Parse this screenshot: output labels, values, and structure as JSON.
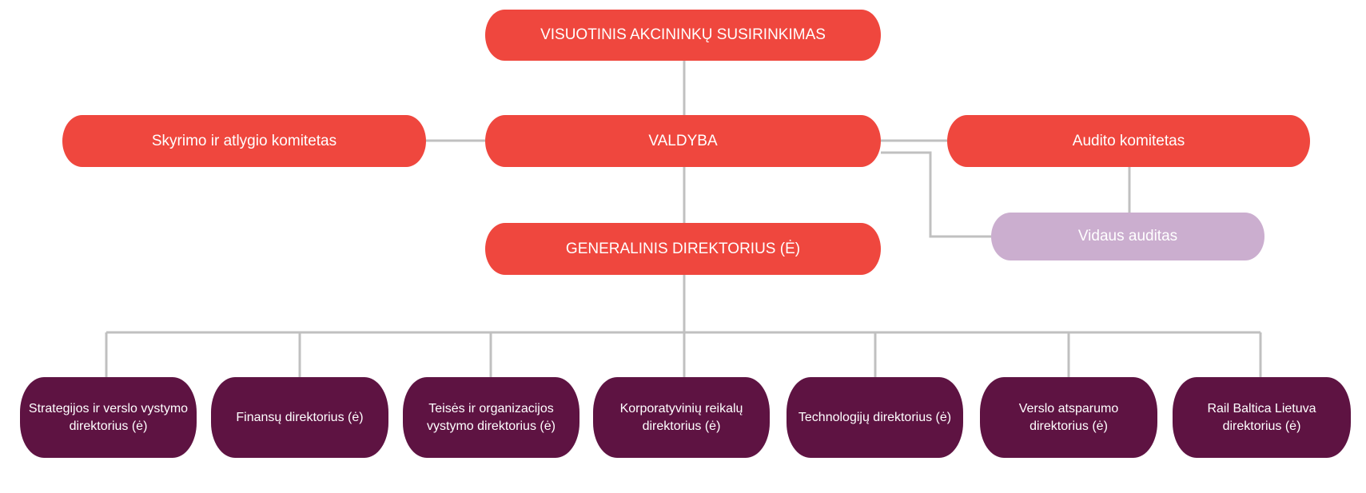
{
  "colors": {
    "primary": "#ef473e",
    "director": "#5e1342",
    "audit": "#cbaecf",
    "line": "#c0c0c0"
  },
  "nodes": {
    "assembly": "VISUOTINIS AKCININKŲ SUSIRINKIMAS",
    "board": "VALDYBA",
    "nomination_committee": "Skyrimo ir atlygio komitetas",
    "audit_committee": "Audito komitetas",
    "internal_audit": "Vidaus auditas",
    "ceo": "GENERALINIS DIREKTORIUS (Ė)"
  },
  "directors": [
    "Strategijos ir verslo vystymo direktorius (ė)",
    "Finansų direktorius (ė)",
    "Teisės ir organizacijos vystymo direktorius (ė)",
    "Korporatyvinių reikalų direktorius (ė)",
    "Technologijų direktorius (ė)",
    "Verslo atsparumo direktorius (ė)",
    "Rail Baltica Lietuva direktorius (ė)"
  ]
}
